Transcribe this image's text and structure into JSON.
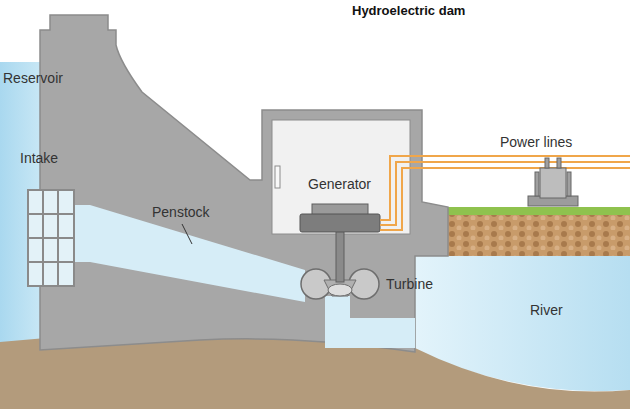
{
  "diagram": {
    "title": "Hydroelectric dam",
    "labels": [
      "Reservoir",
      "Intake",
      "Penstock",
      "Generator",
      "Turbine",
      "Power lines",
      "River"
    ]
  }
}
